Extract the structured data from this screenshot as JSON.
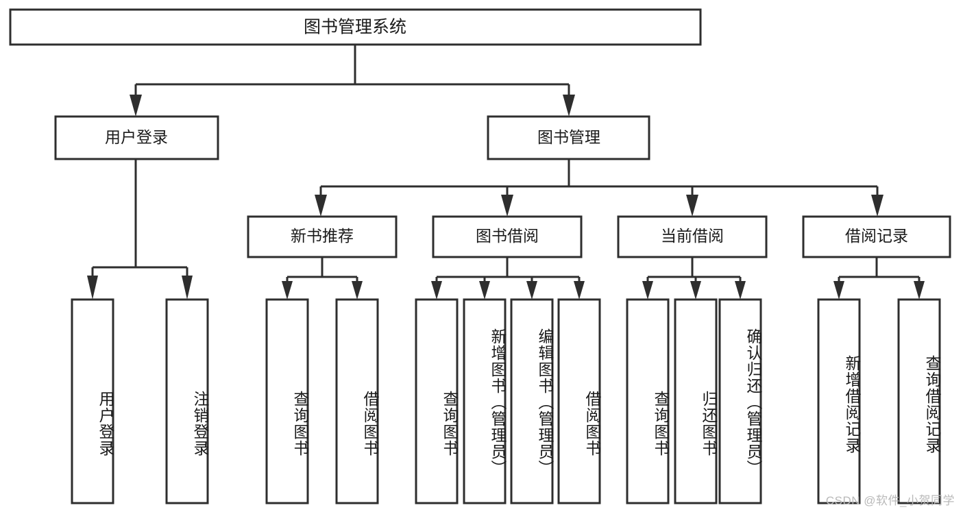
{
  "diagram": {
    "type": "tree",
    "title": "图书管理系统",
    "orientation": "top-down",
    "levels": 4,
    "colors": {
      "box_stroke": "#2e2e2e",
      "box_fill": "#ffffff",
      "connector": "#2e2e2e",
      "text": "#1a1a1a",
      "watermark": "#b9b9b9",
      "background": "#ffffff"
    },
    "root": {
      "label": "图书管理系统"
    },
    "level2": [
      {
        "label": "用户登录"
      },
      {
        "label": "图书管理"
      }
    ],
    "level3": [
      {
        "label": "新书推荐"
      },
      {
        "label": "图书借阅"
      },
      {
        "label": "当前借阅"
      },
      {
        "label": "借阅记录"
      }
    ],
    "leaves": {
      "user_login": [
        {
          "label": "用户登录"
        },
        {
          "label": "注销登录"
        }
      ],
      "new_book_recommend": [
        {
          "label": "查询图书"
        },
        {
          "label": "借阅图书"
        }
      ],
      "book_borrow": [
        {
          "label": "查询图书"
        },
        {
          "label": "新增图书（管理员）"
        },
        {
          "label": "编辑图书（管理员）"
        },
        {
          "label": "借阅图书"
        }
      ],
      "current_borrow": [
        {
          "label": "查询图书"
        },
        {
          "label": "归还图书"
        },
        {
          "label": "确认归还（管理员）"
        }
      ],
      "borrow_record": [
        {
          "label": "新增借阅记录"
        },
        {
          "label": "查询借阅记录"
        }
      ]
    }
  },
  "watermark": {
    "text": "CSDN @软件_小贺同学"
  }
}
